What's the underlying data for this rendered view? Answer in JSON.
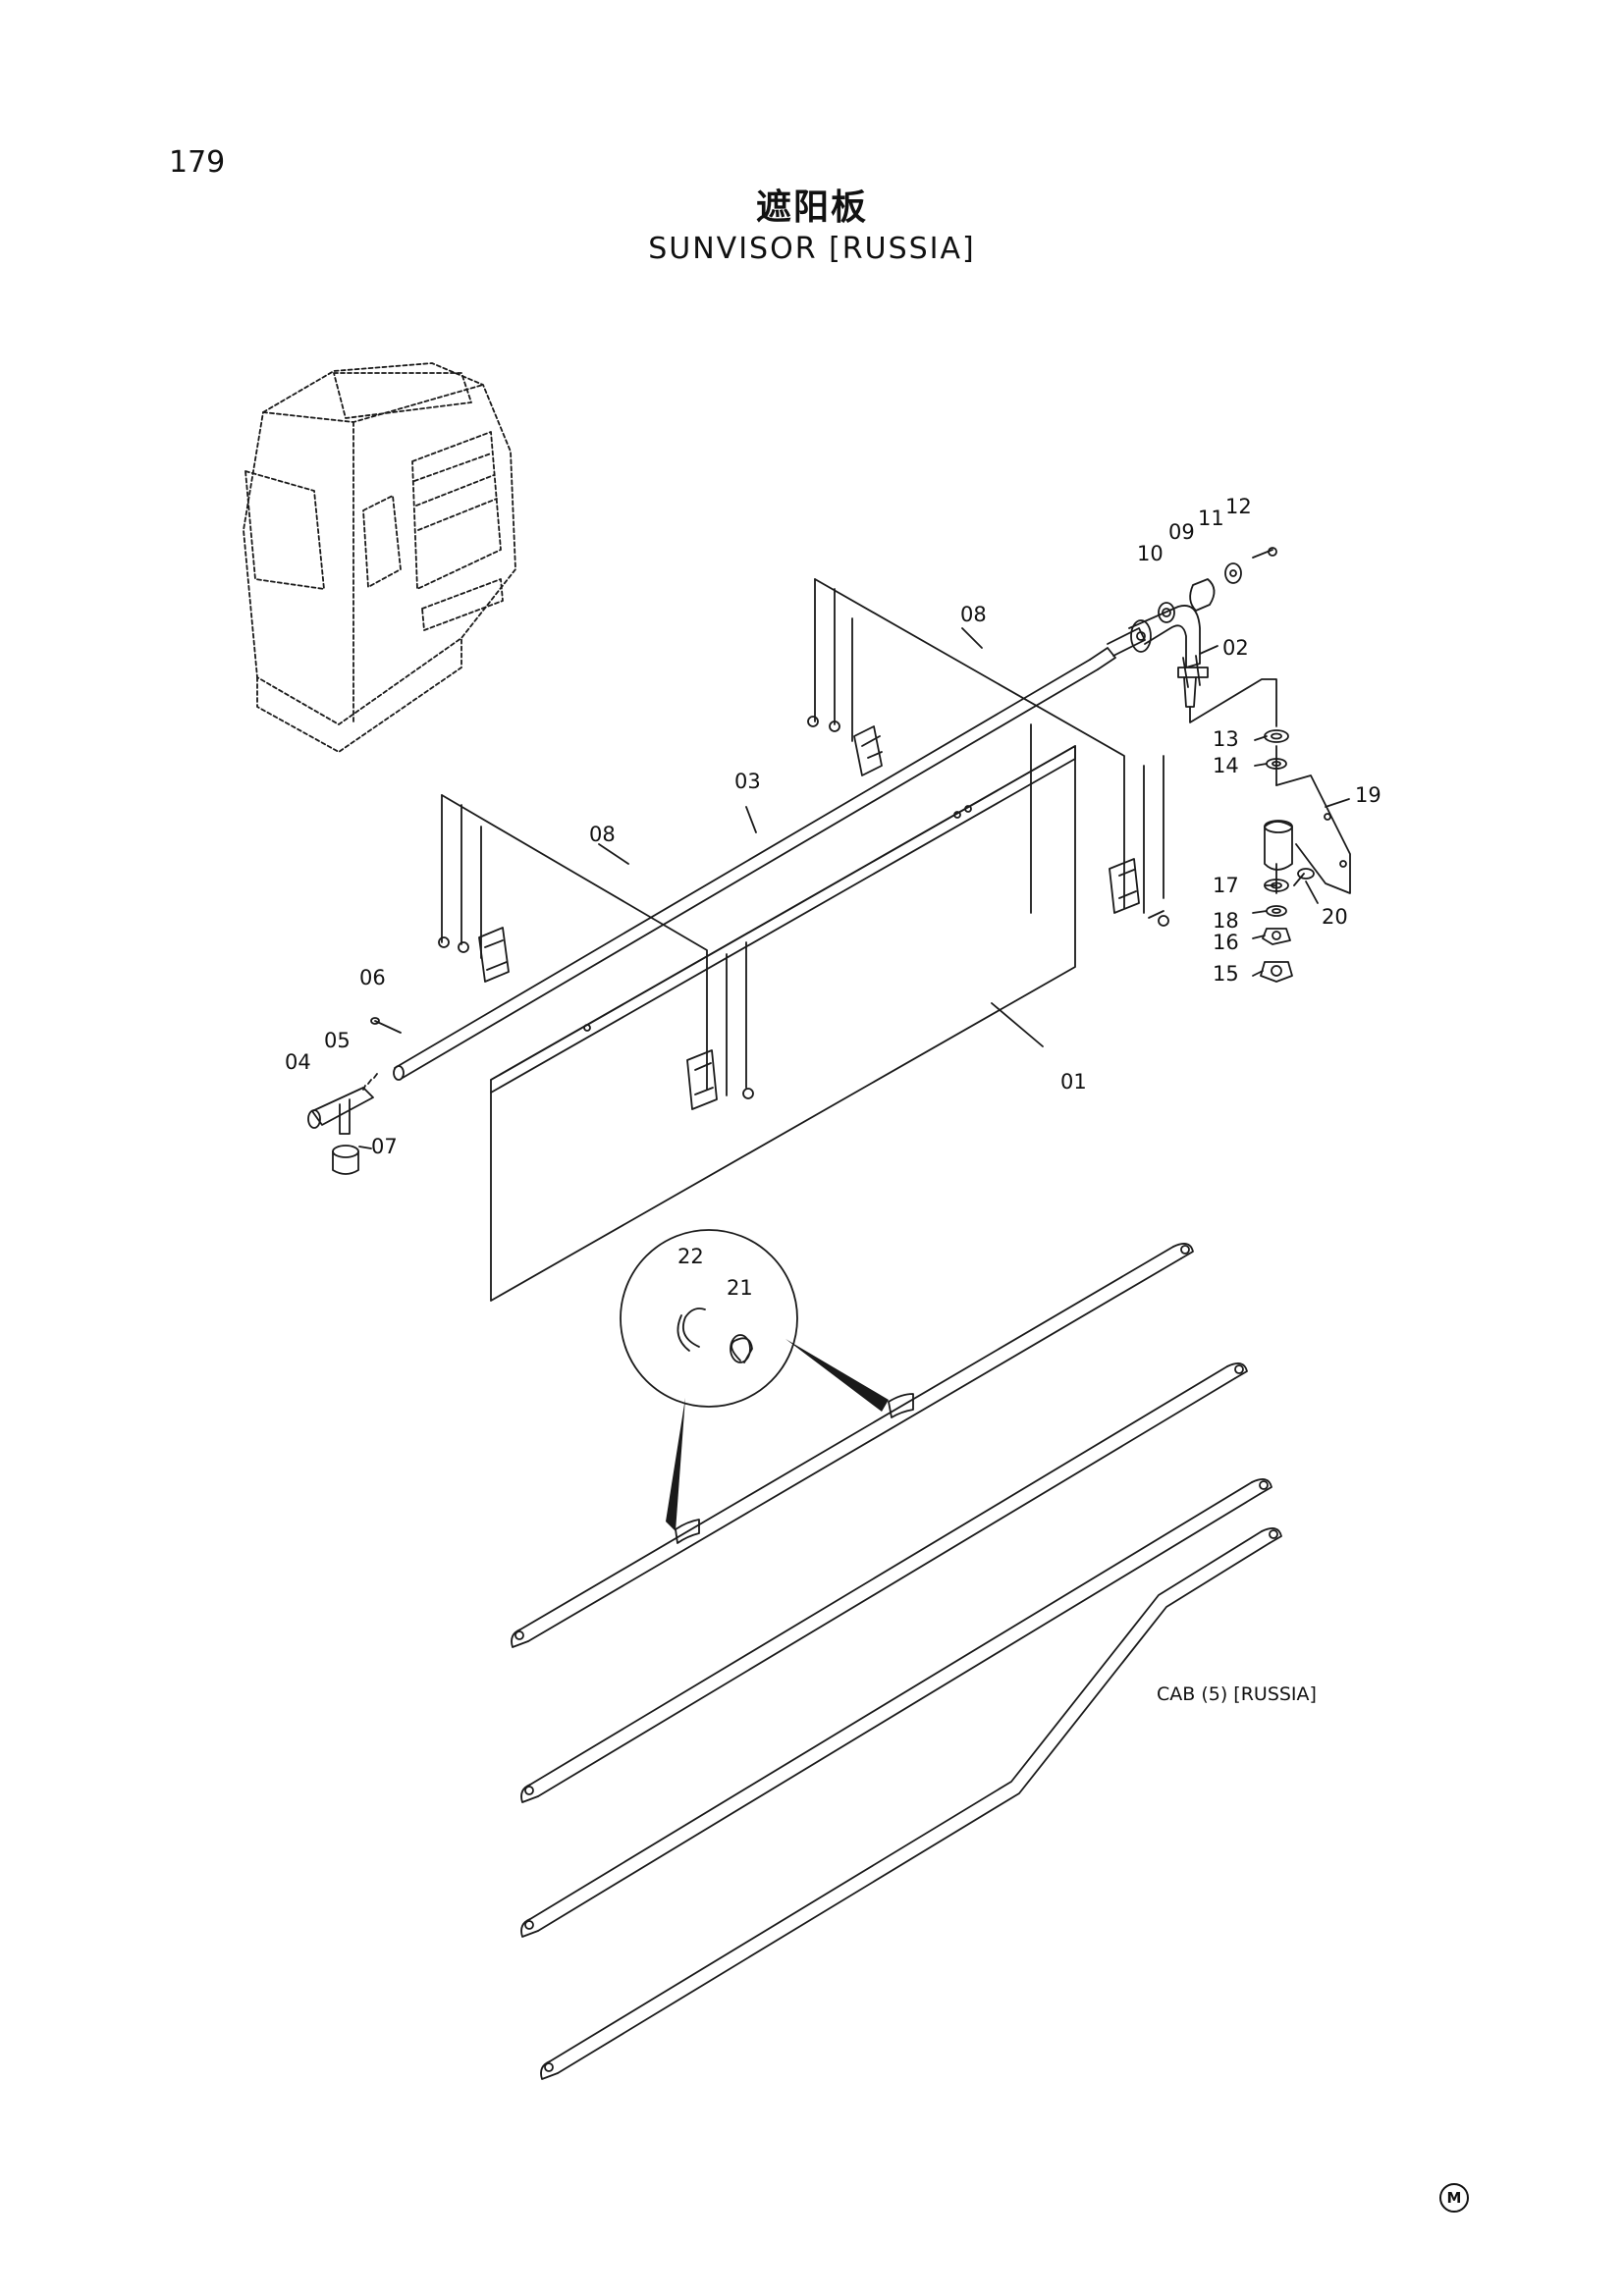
{
  "page": {
    "number": "179",
    "title_cn": "遮阳板",
    "title_en": "SUNVISOR  [RUSSIA]"
  },
  "diagram": {
    "callouts": {
      "p01": "01",
      "p02": "02",
      "p03": "03",
      "p04": "04",
      "p05": "05",
      "p06": "06",
      "p07": "07",
      "p08a": "08",
      "p08b": "08",
      "p09": "09",
      "p10": "10",
      "p11": "11",
      "p12": "12",
      "p13": "13",
      "p14": "14",
      "p15": "15",
      "p16": "16",
      "p17": "17",
      "p18": "18",
      "p19": "19",
      "p20": "20",
      "p21": "21",
      "p22": "22"
    },
    "caption": "CAB  (5)  [RUSSIA]",
    "mark": "M"
  }
}
